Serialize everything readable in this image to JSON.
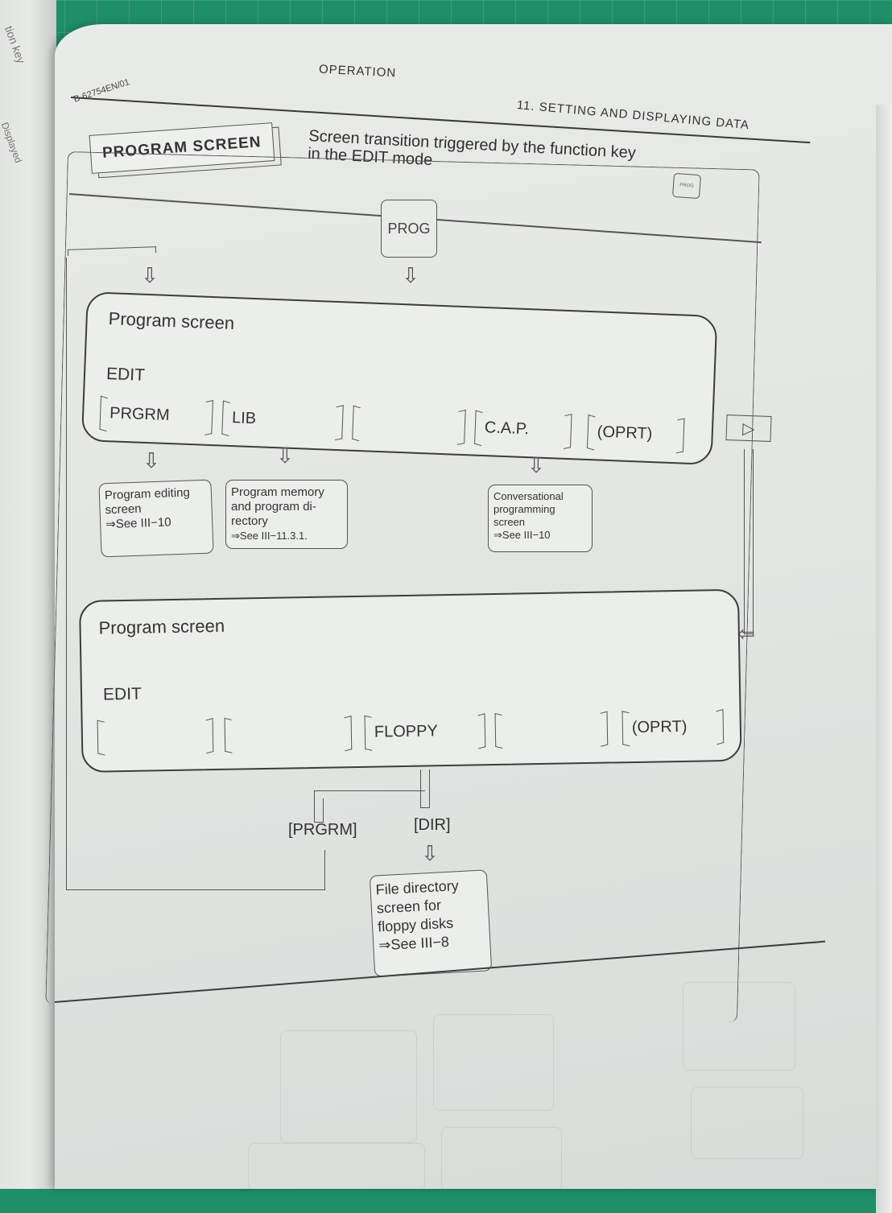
{
  "header": {
    "doc_code": "B-62754EN/01",
    "section_label": "OPERATION",
    "chapter_title": "11. SETTING AND DISPLAYING DATA"
  },
  "left_page_fragments": [
    "tion key",
    "Displayed"
  ],
  "diagram": {
    "title": "PROGRAM SCREEN",
    "caption_line1": "Screen transition triggered by the function key",
    "caption_line2": "in the EDIT mode",
    "function_key_icon_label": "PROG",
    "function_key_label": "PROG",
    "screen1": {
      "title": "Program screen",
      "mode": "EDIT",
      "softkeys": [
        "PRGRM",
        "LIB",
        "",
        "C.A.P.",
        "(OPRT)"
      ],
      "next_key_icon": "next-page-triangle-icon"
    },
    "results1": [
      {
        "lines": [
          "Program editing",
          "screen",
          "⇒See III−10"
        ]
      },
      {
        "lines": [
          "Program memory",
          "and program di-",
          "rectory",
          "⇒See III−11.3.1."
        ]
      },
      {
        "lines": [
          "Conversational",
          "programming",
          "screen",
          "⇒See III−10"
        ]
      }
    ],
    "screen2": {
      "title": "Program screen",
      "mode": "EDIT",
      "softkeys": [
        "",
        "",
        "FLOPPY",
        "",
        "(OPRT)"
      ]
    },
    "branch_labels": {
      "left": "[PRGRM]",
      "right": "[DIR]"
    },
    "result2": {
      "lines": [
        "File directory",
        "screen for",
        "floppy disks",
        "⇒See III−8"
      ]
    }
  },
  "colors": {
    "mat_green": "#1f8f6a",
    "paper": "#e6e8e5",
    "ink": "#333333"
  }
}
